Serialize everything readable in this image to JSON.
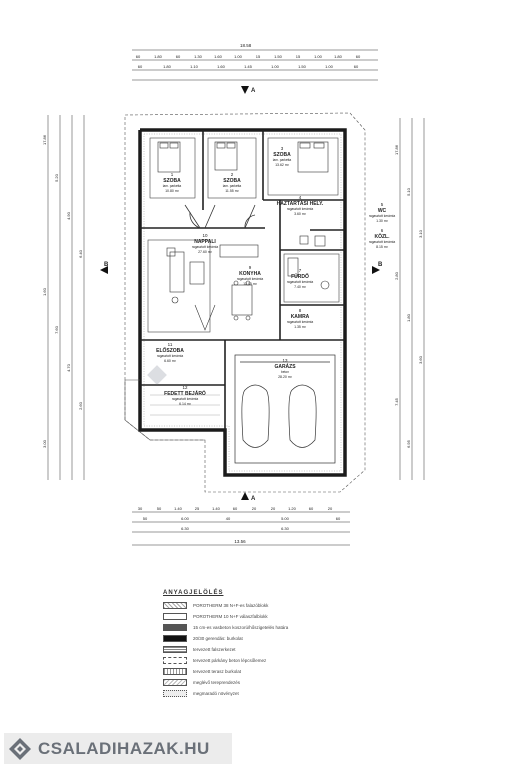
{
  "dims_top": {
    "overall": "18.58",
    "row1": [
      "60",
      "1.80",
      "60",
      "1.30",
      "1.60",
      "1.00",
      "15",
      "1.50",
      "15",
      "1.00",
      "1.80",
      "60"
    ],
    "row2": [
      "60",
      "1.80",
      "1.10",
      "1.60",
      "1.45",
      "1.00",
      "1.50",
      "1.00",
      "60"
    ]
  },
  "dims_bottom": {
    "row1": [
      "30",
      "50",
      "1.40",
      "25",
      "1.40",
      "60",
      "20",
      "20",
      "1.20",
      "60",
      "20"
    ],
    "row2": [
      "50",
      "6.00",
      "40",
      "5.00",
      "60"
    ],
    "row3": [
      "6.30",
      "6.30"
    ],
    "overall": "13.56"
  },
  "dims_left": [
    "17.86",
    "5.20",
    "4.90",
    "6.40",
    "1.60",
    "7.60",
    "4.70",
    "2.60",
    "3.00"
  ],
  "dims_right": [
    "17.86",
    "5.10",
    "3.10",
    "2.80",
    "1.80",
    "3.60",
    "7.45",
    "6.95"
  ],
  "section_markers": {
    "top": "A",
    "bottom": "A",
    "left": "B",
    "right": "B"
  },
  "rooms": [
    {
      "num": "1",
      "name": "SZOBA",
      "sub": "lam. parketta",
      "area": "10.80 m²"
    },
    {
      "num": "2",
      "name": "SZOBA",
      "sub": "lam. parketta",
      "area": "11.55 m²"
    },
    {
      "num": "3",
      "name": "SZOBA",
      "sub": "lam. parketta",
      "area": "13.62 m²"
    },
    {
      "num": "4",
      "name": "HÁZTARTÁSI HELY.",
      "sub": "ragasztott kerámia",
      "area": "3.60 m²"
    },
    {
      "num": "5",
      "name": "WC",
      "sub": "ragasztott kerámia",
      "area": "1.30 m²"
    },
    {
      "num": "6",
      "name": "KÖZL.",
      "sub": "ragasztott kerámia",
      "area": "8.15 m²"
    },
    {
      "num": "7",
      "name": "FÜRDŐ",
      "sub": "ragasztott kerámia",
      "area": "7.40 m²"
    },
    {
      "num": "8",
      "name": "KAMRA",
      "sub": "ragasztott kerámia",
      "area": "1.35 m²"
    },
    {
      "num": "9",
      "name": "KONYHA",
      "sub": "ragasztott kerámia",
      "area": "12.00 m²"
    },
    {
      "num": "10",
      "name": "NAPPALI",
      "sub": "ragasztott kerámia",
      "area": "27.60 m²"
    },
    {
      "num": "11",
      "name": "ELŐSZOBA",
      "sub": "ragasztott kerámia",
      "area": "6.60 m²"
    },
    {
      "num": "12",
      "name": "FEDETT BEJÁRÓ",
      "sub": "ragasztott kerámia",
      "area": "6.14 m²"
    },
    {
      "num": "13",
      "name": "GARÁZS",
      "sub": "beton",
      "area": "28.20 m²"
    }
  ],
  "legend": {
    "title": "ANYAGJELÖLÉS",
    "items": [
      "POROTHERM 38 N+F-es falazóblokk",
      "POROTHERM 10 N+F válaszfalblokk",
      "15 cm-es vasbeton koszorú/hőszigetelés határa",
      "20/30 gerendás: burkolat",
      "tervezett falszerkezet",
      "tervezett párkány beton lépcsőlemez",
      "tervezett terasz burkolat",
      "meglévő tereprendezés",
      "megmaradó növényzet"
    ]
  },
  "watermark": {
    "brand": "CSALADIHAZAK.HU",
    "brand_color": "#6a7078",
    "accent": "#2d3e8c"
  }
}
